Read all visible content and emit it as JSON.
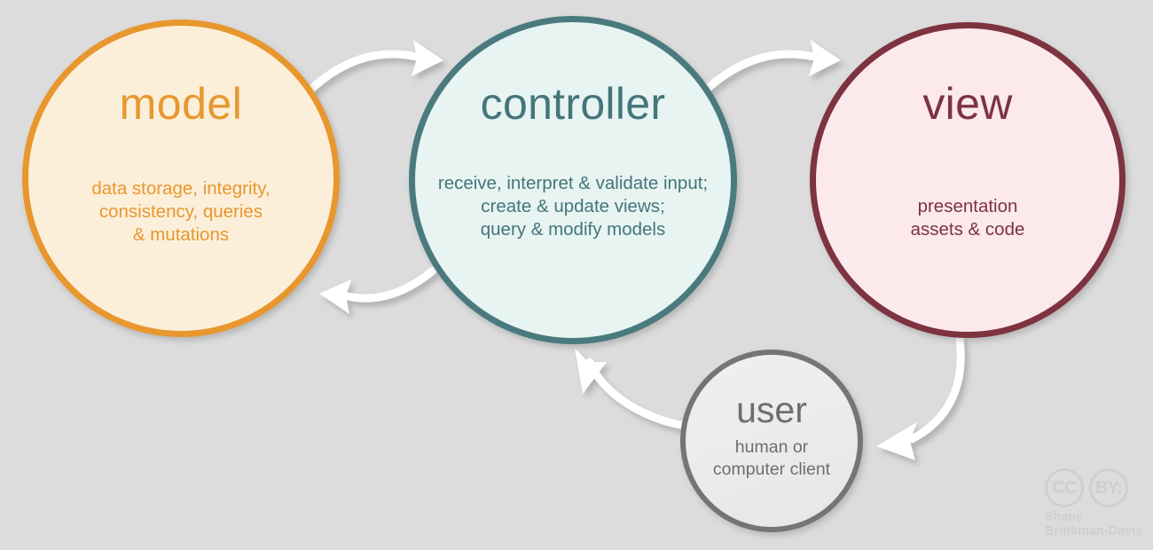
{
  "diagram": {
    "title": "MVC architecture with user",
    "background_color": "#dcdcdc",
    "nodes": [
      {
        "id": "model",
        "title": "model",
        "description": "data storage, integrity,\nconsistency, queries\n& mutations",
        "fill_color": "#fcefd9",
        "stroke_color": "#e8972f",
        "text_color": "#e8972f"
      },
      {
        "id": "controller",
        "title": "controller",
        "description": "receive, interpret & validate input;\ncreate & update views;\nquery & modify models",
        "fill_color": "#e7f4f2",
        "stroke_color": "#4a7a7e",
        "text_color": "#44757a"
      },
      {
        "id": "view",
        "title": "view",
        "description": "presentation\nassets & code",
        "fill_color": "#fbe9ec",
        "stroke_color": "#7d3340",
        "text_color": "#7d3340"
      },
      {
        "id": "user",
        "title": "user",
        "description": "human or\ncomputer client",
        "fill_color": "#ececec",
        "stroke_color": "#757575",
        "text_color": "#6e6e6e"
      }
    ],
    "arrows": [
      {
        "id": "model-to-controller",
        "from": "model",
        "to": "controller",
        "color": "#ffffff"
      },
      {
        "id": "controller-to-model",
        "from": "controller",
        "to": "model",
        "color": "#ffffff"
      },
      {
        "id": "controller-to-view",
        "from": "controller",
        "to": "view",
        "color": "#ffffff"
      },
      {
        "id": "view-to-user",
        "from": "view",
        "to": "user",
        "color": "#ffffff"
      },
      {
        "id": "user-to-controller",
        "from": "user",
        "to": "controller",
        "color": "#ffffff"
      }
    ]
  },
  "license": {
    "cc_label": "CC",
    "by_label": "BY:",
    "attribution": "Shane\nBrinkman-Davis",
    "color": "#cfcfcf"
  }
}
